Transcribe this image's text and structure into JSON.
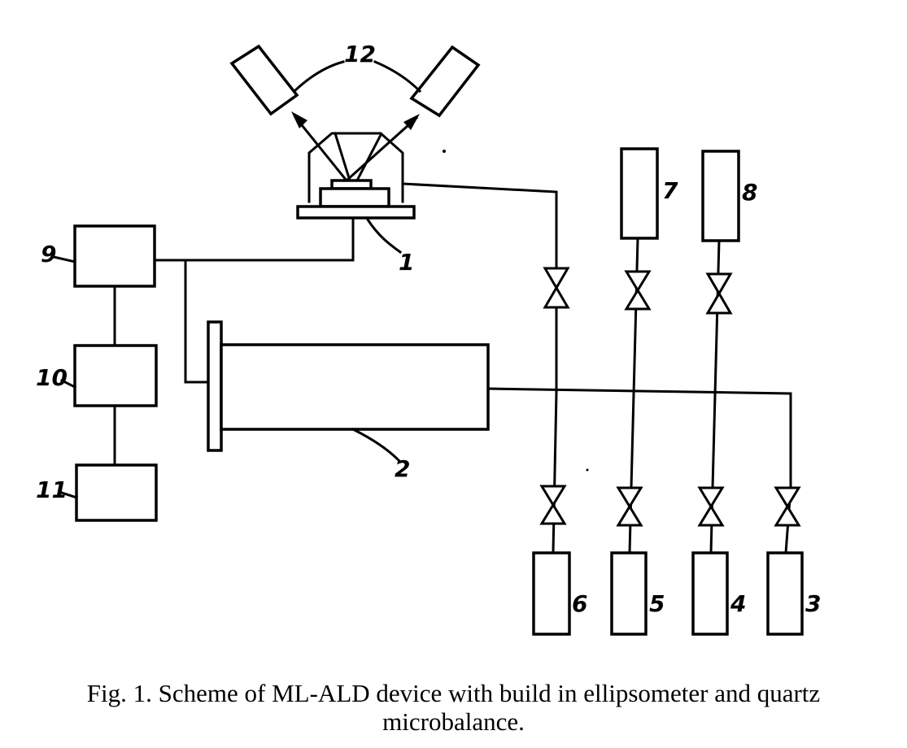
{
  "caption": {
    "line1": "Fig. 1. Scheme of ML-ALD device with build in ellipsometer and quartz",
    "line2": "microbalance."
  },
  "labels": {
    "l1": "1",
    "l2": "2",
    "l3": "3",
    "l4": "4",
    "l5": "5",
    "l6": "6",
    "l7": "7",
    "l8": "8",
    "l9": "9",
    "l10": "10",
    "l11": "11",
    "l12": "12"
  }
}
